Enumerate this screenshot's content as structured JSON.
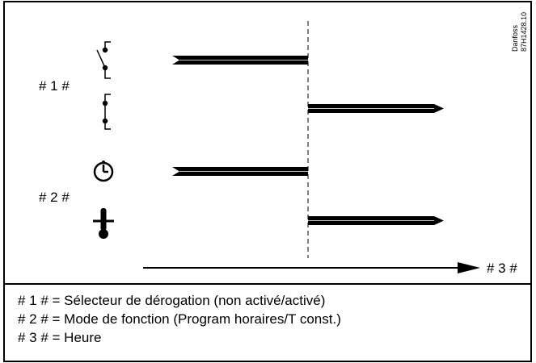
{
  "labels": {
    "row1": "# 1 #",
    "row2": "# 2 #",
    "axis": "# 3 #"
  },
  "ref": {
    "line1": "Danfoss",
    "line2": "87H1428.10"
  },
  "legend": [
    "# 1 # = Sélecteur de dérogation (non activé/activé)",
    "# 2 # = Mode de fonction (Program horaires/T const.)",
    "# 3 # = Heure"
  ],
  "icons": {
    "switch_open": "switch-open-icon",
    "switch_closed": "switch-closed-icon",
    "clock": "clock-icon",
    "thermometer": "thermometer-icon"
  }
}
